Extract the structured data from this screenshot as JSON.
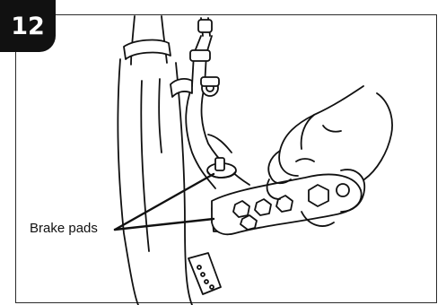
{
  "step": {
    "number": "12"
  },
  "callout": {
    "label": "Brake pads"
  },
  "colors": {
    "ink": "#111111",
    "badge_bg": "#111111",
    "badge_text": "#ffffff"
  },
  "illustration": {
    "subject": "wrench-adjusting-brake-pads-illustration"
  }
}
